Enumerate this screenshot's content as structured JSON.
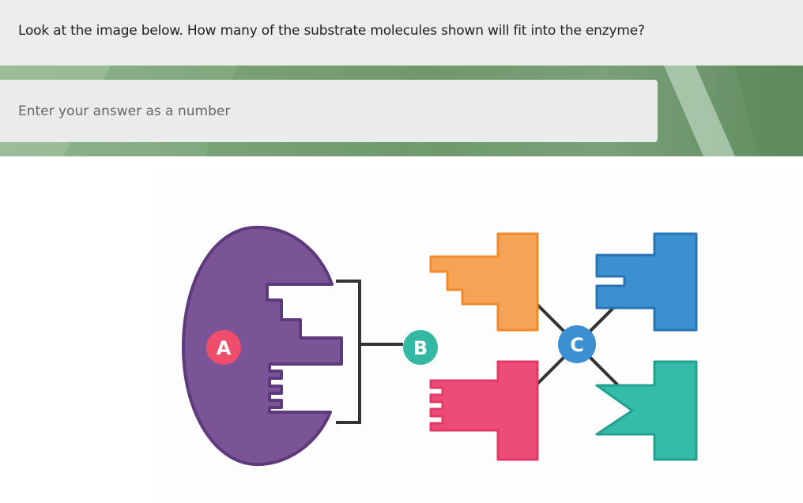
{
  "question": {
    "text": "Look at the image below. How many of the substrate molecules shown will fit into the enzyme?"
  },
  "answer": {
    "placeholder": "Enter your answer as a number",
    "value": ""
  },
  "diagram": {
    "labels": {
      "enzyme": "A",
      "active_site": "B",
      "substrates": "C"
    },
    "colors": {
      "enzyme": "#7a5496",
      "enzyme_outline": "#5c3a7c",
      "label_a": "#ee4d6c",
      "label_b": "#33b8a3",
      "label_c": "#3a90d1",
      "orange_substrate": "#f7a356",
      "blue_substrate": "#3a90d1",
      "pink_substrate": "#ee4c78",
      "teal_substrate": "#34bca8",
      "bracket": "#333333"
    }
  }
}
